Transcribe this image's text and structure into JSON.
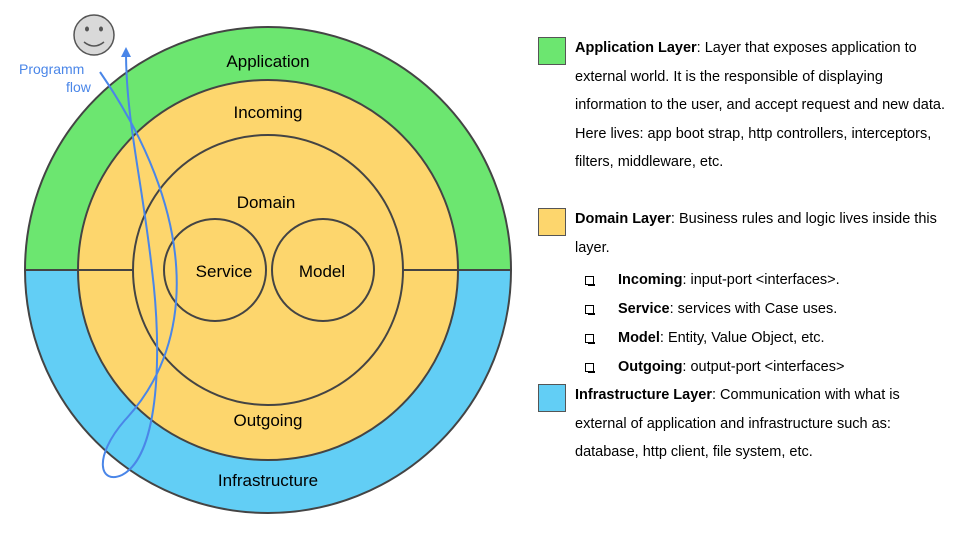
{
  "diagram": {
    "rings": {
      "application": "Application",
      "incoming": "Incoming",
      "domain": "Domain",
      "service": "Service",
      "model": "Model",
      "outgoing": "Outgoing",
      "infrastructure": "Infrastructure"
    },
    "flow_label_line1": "Programm",
    "flow_label_line2": "flow",
    "actor_icon": "smiley-face-icon",
    "colors": {
      "application": "#6ce670",
      "domain": "#fdd66d",
      "infrastructure": "#62cef5",
      "flow": "#4a86e8"
    }
  },
  "legend": {
    "application": {
      "title": "Application Layer",
      "text": ":  Layer that exposes application to external world. It is the responsible of displaying information to the user, and accept request and new data. Here lives: app boot strap, http controllers, interceptors, filters, middleware, etc."
    },
    "domain": {
      "title": "Domain Layer",
      "text": ": Business rules and logic lives inside this layer.",
      "items": [
        {
          "title": "Incoming",
          "text": ": input-port <interfaces>."
        },
        {
          "title": "Service",
          "text": ": services with Case uses."
        },
        {
          "title": "Model",
          "text": ": Entity, Value Object, etc."
        },
        {
          "title": "Outgoing",
          "text": ": output-port <interfaces>"
        }
      ]
    },
    "infrastructure": {
      "title": "Infrastructure Layer",
      "text": ": Communication with what is external of application and infrastructure such as: database, http client, file system, etc."
    }
  }
}
